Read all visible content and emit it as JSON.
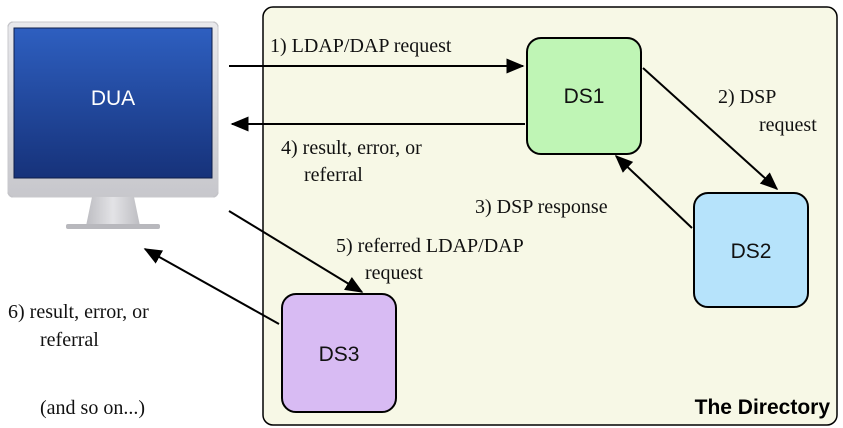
{
  "directory": {
    "label": "The Directory"
  },
  "dua": {
    "label": "DUA"
  },
  "servers": {
    "ds1": "DS1",
    "ds2": "DS2",
    "ds3": "DS3"
  },
  "steps": {
    "s1": "1) LDAP/DAP request",
    "s2_line1": "2) DSP",
    "s2_line2": "request",
    "s3": "3) DSP response",
    "s4_line1": "4)  result, error, or",
    "s4_line2": "referral",
    "s5_line1": "5) referred LDAP/DAP",
    "s5_line2": "request",
    "s6_line1": "6) result, error, or",
    "s6_line2": "referral"
  },
  "footnote": "(and so on...)",
  "colors": {
    "directory_fill": "#f7f8e6",
    "ds1": "#bff5b5",
    "ds2": "#b6e3fb",
    "ds3": "#d8bbf3",
    "screen": "#1f3f8a"
  },
  "icons": {
    "dua": "monitor-icon"
  }
}
